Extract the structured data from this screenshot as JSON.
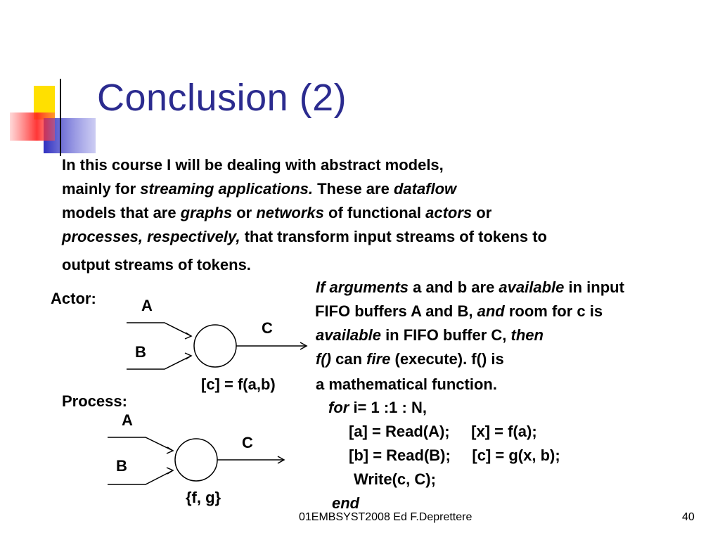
{
  "slide": {
    "title": "Conclusion (2)",
    "intro": {
      "l1": "In this course I will be dealing with abstract models,",
      "l2a": "mainly for ",
      "l2b": "streaming applications.",
      "l2c": " These are ",
      "l2d": "dataflow",
      "l3a": "models that are ",
      "l3b": "graphs",
      "l3c": " or ",
      "l3d": "networks",
      "l3e": " of functional ",
      "l3f": "actors",
      "l3g": " or",
      "l4a": "processes, respectively,",
      "l4b": " that transform input streams of tokens to",
      "l5": "output streams of tokens."
    },
    "actor": {
      "label": "Actor:",
      "in_a": "A",
      "in_b": "B",
      "out_c": "C",
      "function": "[c] = f(a,b)"
    },
    "process": {
      "label": "Process:",
      "in_a": "A",
      "in_b": "B",
      "out_c": "C",
      "functions": "{f, g}"
    },
    "rule": {
      "r1a": "If arguments",
      "r1b": " a and b are ",
      "r1c": "available",
      "r1d": " in input",
      "r2a": "FIFO buffers  A and B, ",
      "r2b": "and",
      "r2c": "  room for c is",
      "r3a": "available",
      "r3b": " in FIFO buffer C, ",
      "r3c": "then",
      "r4a": "f()",
      "r4b": "  can ",
      "r4c": "fire",
      "r4d": " (execute). f() is",
      "r5": "a mathematical function."
    },
    "code": {
      "for_kw": "for",
      "for_rest": " i= 1 :1 : N,",
      "line1": "[a] = Read(A);     [x] = f(a);",
      "line2": "[b] = Read(B);     [c] = g(x, b);",
      "line3": "Write(c, C);",
      "end_kw": "end"
    },
    "footer": {
      "text": "01EMBSYST2008 Ed F.Deprettere",
      "page": "40"
    },
    "colors": {
      "title": "#2b2b8f",
      "deco_yellow": "#ffe000",
      "deco_blue": "#3c3cc8",
      "deco_red": "#ff3030"
    }
  }
}
